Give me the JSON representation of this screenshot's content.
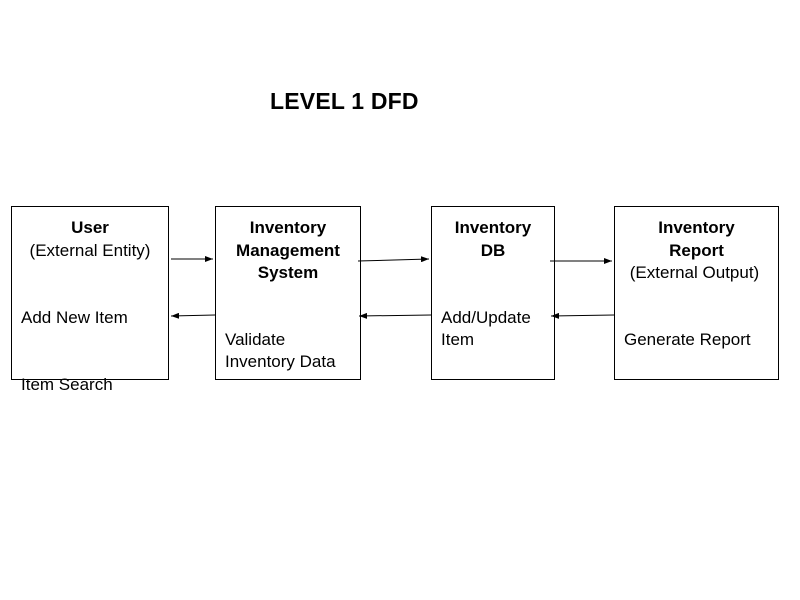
{
  "title": "LEVEL 1 DFD",
  "nodes": {
    "user": {
      "name": "User",
      "subtitle": "(External Entity)",
      "items": [
        "Add New Item",
        "Item Search"
      ]
    },
    "ims": {
      "name": "Inventory\nManagement\nSystem",
      "items": [
        "Validate\nInventory Data"
      ]
    },
    "db": {
      "name": "Inventory\nDB",
      "items": [
        "Add/Update\nItem"
      ]
    },
    "report": {
      "name": "Inventory\nReport",
      "subtitle": "(External Output)",
      "items": [
        "Generate Report"
      ]
    }
  },
  "flows": [
    {
      "from": "user",
      "to": "ims"
    },
    {
      "from": "ims",
      "to": "db"
    },
    {
      "from": "db",
      "to": "report"
    },
    {
      "from": "report",
      "to": "db"
    },
    {
      "from": "db",
      "to": "ims"
    },
    {
      "from": "ims",
      "to": "user"
    }
  ]
}
